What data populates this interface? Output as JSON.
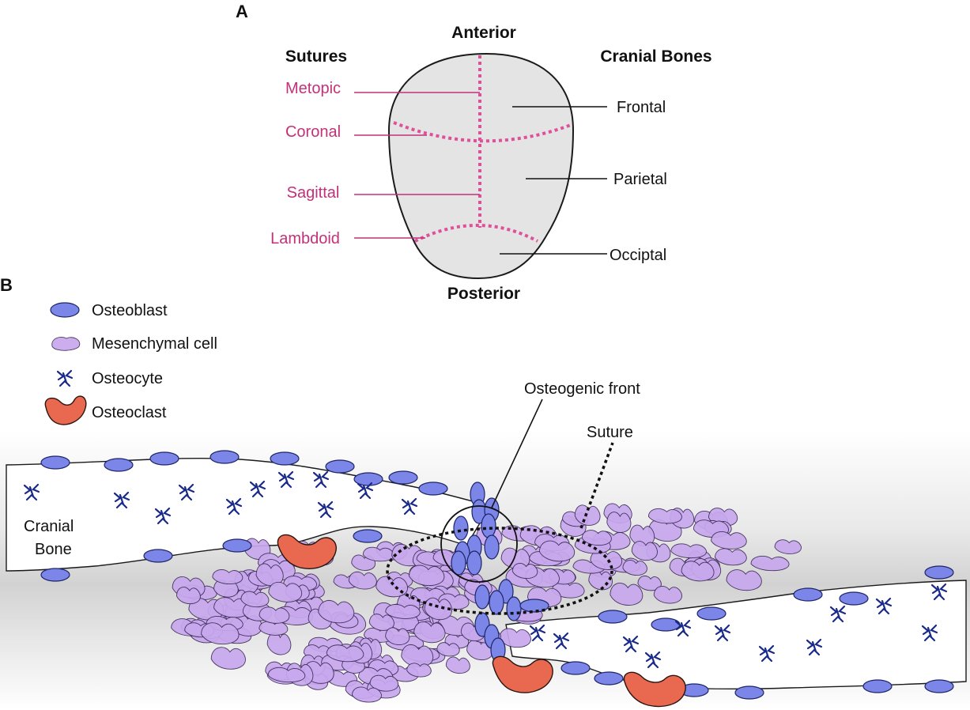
{
  "panel_a": {
    "letter": "A",
    "anterior": "Anterior",
    "posterior": "Posterior",
    "sutures_heading": "Sutures",
    "bones_heading": "Cranial Bones",
    "sutures": [
      "Metopic",
      "Coronal",
      "Sagittal",
      "Lambdoid"
    ],
    "bones": [
      "Frontal",
      "Parietal",
      "Occiptal"
    ],
    "colors": {
      "suture": "#c2317a",
      "dashed": "#e0509a",
      "skull_fill": "#e4e4e4"
    }
  },
  "panel_b": {
    "letter": "B",
    "legend": [
      {
        "label": "Osteoblast",
        "icon": "osteoblast-icon"
      },
      {
        "label": "Mesenchymal cell",
        "icon": "mesenchymal-cell-icon"
      },
      {
        "label": "Osteocyte",
        "icon": "osteocyte-icon"
      },
      {
        "label": "Osteoclast",
        "icon": "osteoclast-icon"
      }
    ],
    "osteogenic_front_label": "Osteogenic front",
    "suture_label": "Suture",
    "cranial_bone_label": [
      "Cranial",
      "Bone"
    ],
    "colors": {
      "osteoblast": "#7b86e8",
      "mesenchymal": "#c8a8ee",
      "osteocyte": "#1a2a8a",
      "osteoclast": "#e8694f"
    }
  }
}
